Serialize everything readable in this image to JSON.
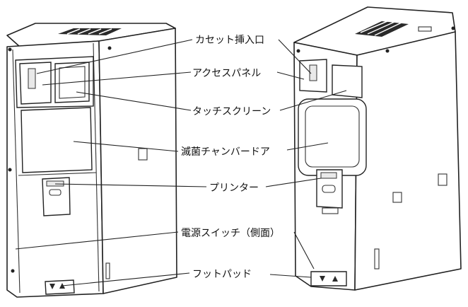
{
  "labels": {
    "cassette_slot": "カセット挿入口",
    "access_panel": "アクセスパネル",
    "touch_screen": "タッチスクリーン",
    "chamber_door": "滅菌チャンバードア",
    "printer": "プリンター",
    "power_switch": "電源スイッチ（側面）",
    "foot_pad": "フットパッド"
  },
  "icons": {
    "cassette": "cassette-slot-icon",
    "foot_pad": "foot-pad-icon"
  },
  "colors": {
    "line": "#222222",
    "text": "#111111",
    "background": "#ffffff"
  }
}
